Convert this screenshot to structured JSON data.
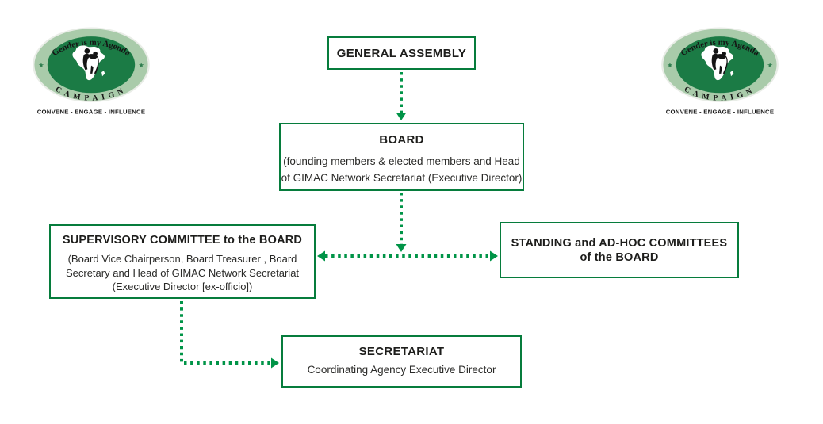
{
  "colors": {
    "green_border": "#067c3c",
    "green_arrow": "#009447",
    "text_dark": "#1e1e1c",
    "logo_dark_green": "#1b7b45",
    "logo_light_ring": "#a9cbaa",
    "logo_star": "#2e7d4e"
  },
  "logo": {
    "arc_top": "Gender is my Agenda",
    "arc_bottom": "CAMPAIGN",
    "tagline": "CONVENE - ENGAGE - INFLUENCE"
  },
  "boxes": {
    "general_assembly": {
      "title": "GENERAL ASSEMBLY"
    },
    "board": {
      "title": "BOARD",
      "body_lines": [
        "(founding members & elected members and Head",
        "of GIMAC Network Secretariat (Executive Director)"
      ]
    },
    "supervisory": {
      "title": "SUPERVISORY COMMITTEE to the BOARD",
      "body_lines": [
        "(Board Vice Chairperson, Board Treasurer , Board",
        "Secretary and Head of GIMAC Network Secretariat",
        "(Executive Director [ex-officio])"
      ]
    },
    "standing": {
      "title_lines": [
        "STANDING and AD-HOC COMMITTEES",
        "of the BOARD"
      ]
    },
    "secretariat": {
      "title": "SECRETARIAT",
      "body": "Coordinating Agency Executive Director"
    }
  }
}
